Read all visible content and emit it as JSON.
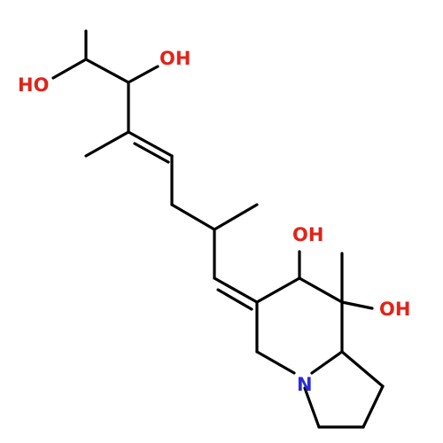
{
  "colors": {
    "background": "#ffffff",
    "bond": "#000000",
    "oxygen": "#e0241b",
    "nitrogen": "#2b2bd6"
  },
  "atoms": {
    "o1": "HO",
    "o2": "OH",
    "o3": "OH",
    "o4": "OH",
    "n1": "N"
  }
}
